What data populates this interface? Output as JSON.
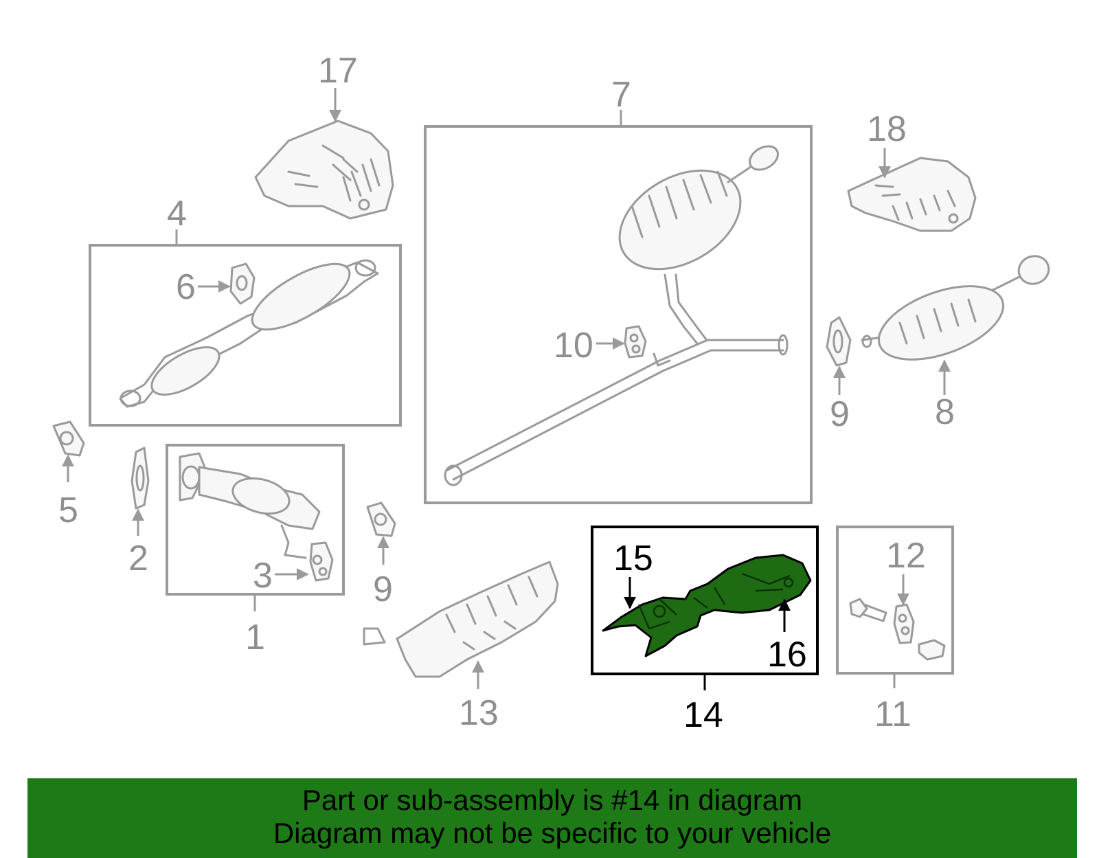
{
  "diagram": {
    "callouts": {
      "c1": "1",
      "c2": "2",
      "c3": "3",
      "c4": "4",
      "c5": "5",
      "c6": "6",
      "c7": "7",
      "c8": "8",
      "c9a": "9",
      "c9b": "9",
      "c10": "10",
      "c11": "11",
      "c12": "12",
      "c13": "13",
      "c14": "14",
      "c15": "15",
      "c16": "16",
      "c17": "17",
      "c18": "18"
    },
    "highlighted_part": "14",
    "colors": {
      "highlight_fill": "#1e6b14",
      "part_stroke": "#9a9a9a",
      "banner_bg": "#1e7a16"
    }
  },
  "banner": {
    "line1": "Part or sub-assembly is #14 in diagram",
    "line2": "Diagram may not be specific to your vehicle"
  }
}
